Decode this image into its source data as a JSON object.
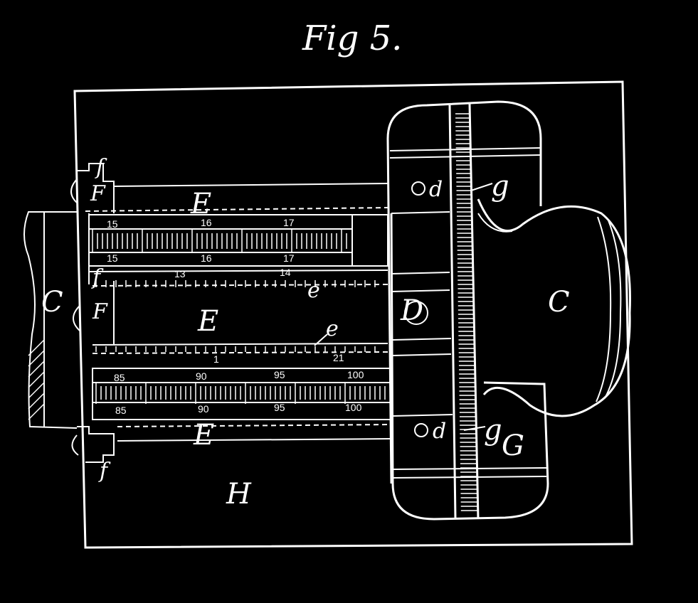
{
  "figure": {
    "title": "Fig 5."
  },
  "labels": {
    "C_left": "C",
    "C_right": "C",
    "E_top": "E",
    "E_mid": "E",
    "E_bottom": "E",
    "F_top": "F",
    "F_mid": "F",
    "f_top": "f",
    "f_upper_scale": "f",
    "f_bottom": "f",
    "e_upper": "e",
    "e_lower": "e",
    "D": "D",
    "d_top": "d",
    "d_bottom": "d",
    "g_top": "g",
    "g_bottom": "g",
    "G": "G",
    "H": "H"
  },
  "upper_scale": {
    "top_numbers": [
      "15",
      "16",
      "17"
    ],
    "bottom_numbers": [
      "15",
      "16",
      "17"
    ],
    "rail_numbers": [
      "13",
      "14"
    ]
  },
  "lower_scale": {
    "rail_numbers": [
      "1",
      "21"
    ],
    "top_numbers": [
      "85",
      "90",
      "95",
      "100"
    ],
    "bottom_numbers": [
      "85",
      "90",
      "95",
      "100"
    ]
  }
}
